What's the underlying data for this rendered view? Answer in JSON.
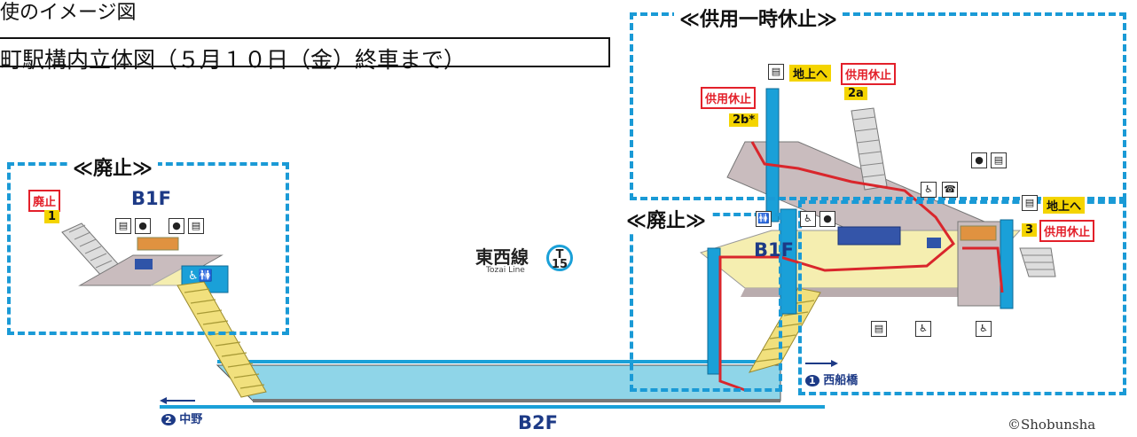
{
  "header": {
    "title": "使のイメージ図",
    "subtitle": "町駅構内立体図（５月１０日（金）終車まで）"
  },
  "zones": {
    "left_closed_label": "≪廃止≫",
    "right_suspended_label": "≪供用一時休止≫",
    "middle_closed_label": "≪廃止≫"
  },
  "tags": {
    "haishi": "廃止",
    "kyoyo_kyushi": "供用休止",
    "chijo_he": "地上へ"
  },
  "exits": {
    "left": "1",
    "top_left": "2b*",
    "top_right": "2a",
    "right": "3"
  },
  "floors": {
    "left_b1": "B1F",
    "right_b1": "B1F",
    "b2": "B2F"
  },
  "line_logo": {
    "name_ja": "東西線",
    "name_en": "Tozai Line",
    "code_letter": "T",
    "code_number": "15"
  },
  "directions": {
    "west_num": "2",
    "west": "中野",
    "east_num": "1",
    "east": "西船橋"
  },
  "copyright": "©Shobunsha",
  "colors": {
    "dash_blue": "#1a9ad6",
    "closed_red": "#e3202a",
    "tag_yellow": "#f4d400",
    "floor_navy": "#1d3a86",
    "concourse_yellow": "#f5eeb0",
    "platform_cyan": "#8fd5e8",
    "route_red": "#d9262c",
    "wall_grey": "#c9bcbe"
  }
}
